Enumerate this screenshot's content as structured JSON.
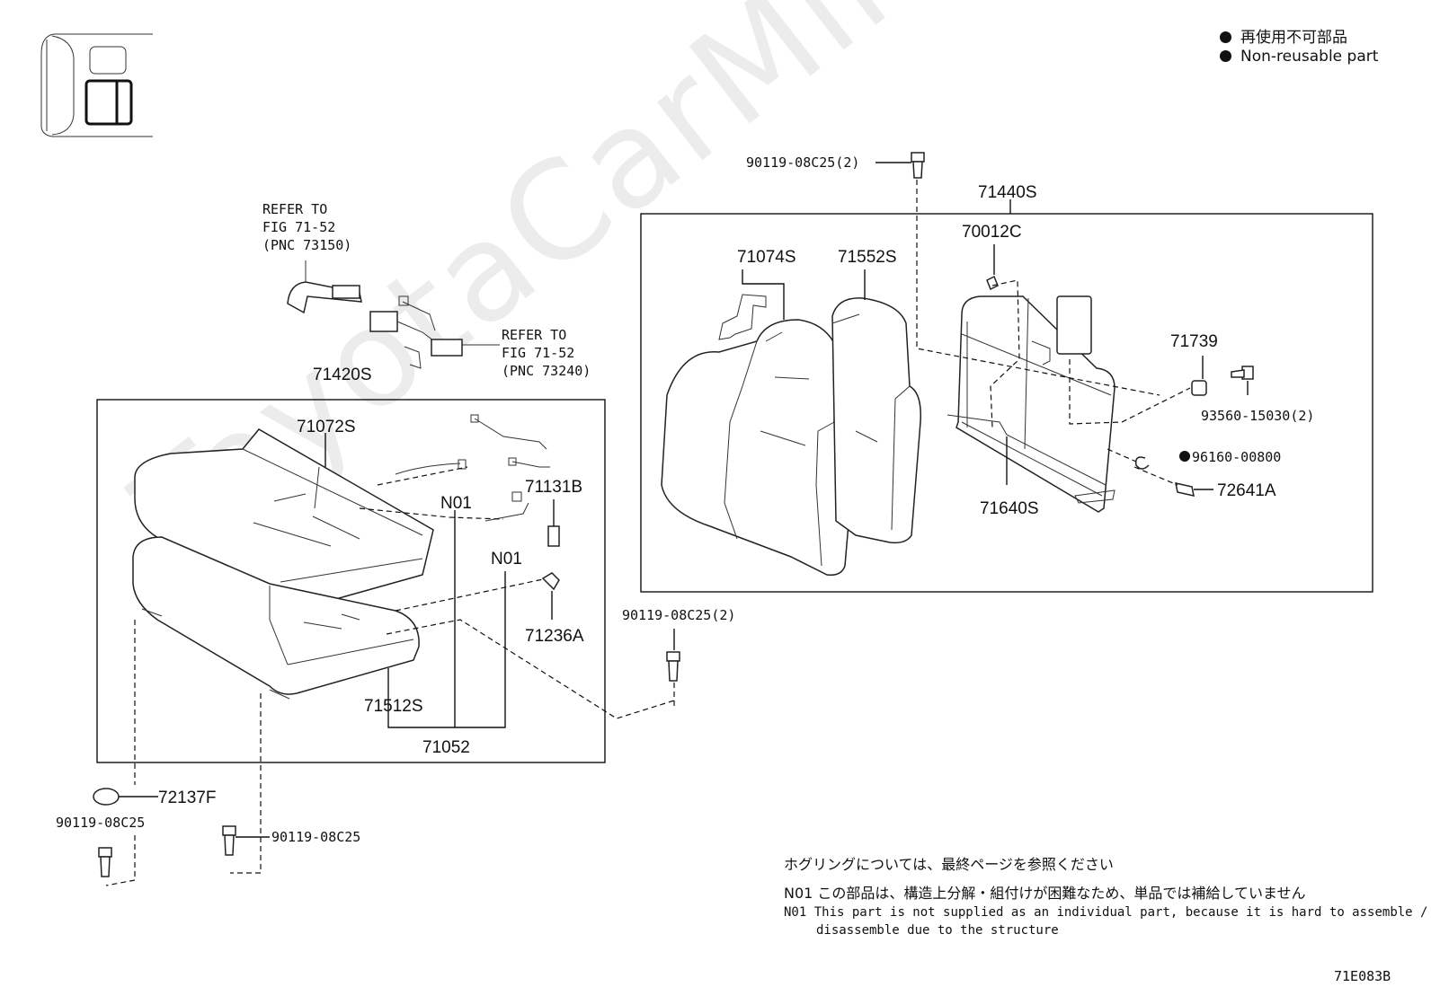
{
  "legend": {
    "jp": "再使用不可部品",
    "en": "Non-reusable part"
  },
  "watermark": "ToyotaCarMine.ru",
  "figure_code": "71E083B",
  "notes": {
    "jp_hogring": "ホグリングについては、最終ページを参照ください",
    "n01_jp_label": "N01",
    "n01_jp": "この部品は、構造上分解・組付けが困難なため、単品では補給していません",
    "n01_en_label": "N01",
    "n01_en_line1": "This part is not supplied as an individual part, because it is hard to assemble /",
    "n01_en_line2": "disassemble due to the structure"
  },
  "refer_belt": [
    "REFER TO",
    "FIG 71-52",
    "(PNC 73150)"
  ],
  "refer_buckle": [
    "REFER TO",
    "FIG 71-52",
    "(PNC 73240)"
  ],
  "parts": {
    "p71420S": "71420S",
    "p71072S": "71072S",
    "p71131B": "71131B",
    "p71236A": "71236A",
    "p71512S": "71512S",
    "p71052": "71052",
    "n01_a": "N01",
    "n01_b": "N01",
    "p72137F": "72137F",
    "b_left": "90119-08C25",
    "b_right": "90119-08C25",
    "b_center": "90119-08C25(2)",
    "b_top": "90119-08C25(2)",
    "p71440S": "71440S",
    "p70012C": "70012C",
    "p71074S": "71074S",
    "p71552S": "71552S",
    "p71739": "71739",
    "p93560": "93560-15030(2)",
    "p96160": "96160-00800",
    "p72641A": "72641A",
    "p71640S": "71640S"
  }
}
